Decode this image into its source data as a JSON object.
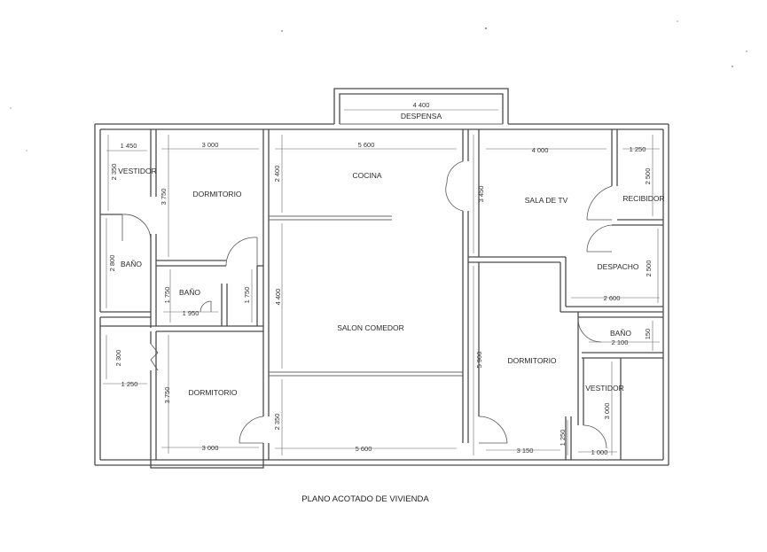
{
  "rooms": {
    "despensa": "DESPENSA",
    "cocina": "COCINA",
    "sala_tv": "SALA DE TV",
    "recibidor": "RECIBIDOR",
    "despacho": "DESPACHO",
    "vestidor_left": "VESTIDOR",
    "dormitorio_top_left": "DORMITORIO",
    "bano_left": "BAÑO",
    "bano_center": "BAÑO",
    "salon_comedor": "SALON COMEDOR",
    "dormitorio_bottom_left": "DORMITORIO",
    "dormitorio_right": "DORMITORIO",
    "bano_right": "BAÑO",
    "vestidor_right": "VESTIDOR"
  },
  "dimensions": {
    "despensa_width": "4 400",
    "vestidor_left_width": "1 450",
    "vestidor_left_height": "2 350",
    "dorm_tl_width": "3 000",
    "dorm_tl_height": "3 750",
    "cocina_width": "5 600",
    "cocina_height": "2 400",
    "sala_tv_width": "4 000",
    "sala_tv_height": "3 450",
    "recibidor_width": "1 250",
    "recibidor_height": "2 500",
    "bano_left_height": "2 800",
    "bano_center_height": "1 750",
    "bano_center_height_b": "1 750",
    "bano_center_width": "1 950",
    "salon_height": "4 400",
    "despacho_height": "2 500",
    "despacho_width": "2 600",
    "bano_right_width": "2 100",
    "bano_right_height": "150",
    "hall_height": "2 300",
    "hall_width": "1 250",
    "dorm_bl_height": "3 750",
    "dorm_bl_width": "3 000",
    "pasillo_height": "2 350",
    "salon_width": "5 600",
    "dorm_right_height": "5 900",
    "dorm_right_width": "3 150",
    "vestidor_right_height": "3 000",
    "vestidor_right_width": "1 000",
    "bottom_small_height": "1 250"
  },
  "caption": "PLANO ACOTADO DE VIVIENDA"
}
